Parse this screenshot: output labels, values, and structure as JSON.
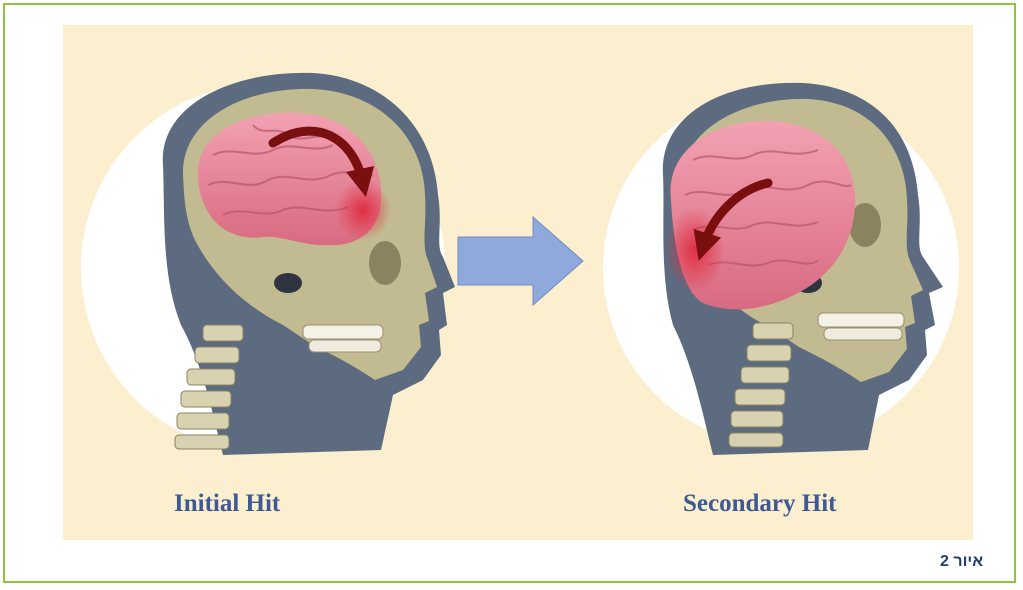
{
  "figure": {
    "left_caption": "Initial Hit",
    "right_caption": "Secondary Hit",
    "figure_label": "איור 2"
  },
  "icons": {
    "transition_arrow": "right-arrow-icon",
    "impact_arrow_left": "curved-arrow-icon",
    "impact_arrow_right": "curved-arrow-icon"
  },
  "colors": {
    "frame_border": "#8cc63f",
    "panel_background": "#fcefcf",
    "caption_text": "#3d5a96",
    "arrow_fill": "#8fa9dc",
    "brain_pink": "#e98a9b",
    "impact_red": "#7a0f0f",
    "head_silhouette": "#5d6b80",
    "skull_bone": "#c2ba90"
  }
}
